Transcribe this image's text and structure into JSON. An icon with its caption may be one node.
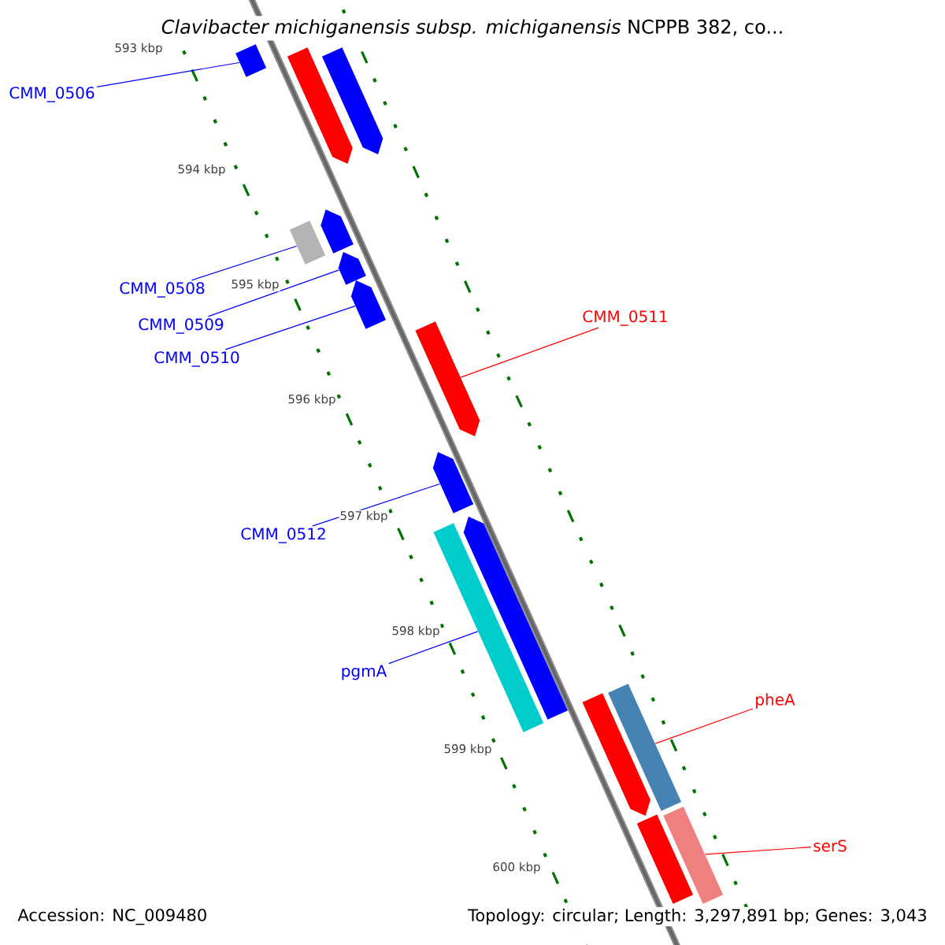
{
  "diagram": {
    "title": "*Clavibacter michiganensis subsp. michiganensis* NCPPB 382, co...",
    "nodes": [
      {
        "text": [
          "CMM_0506"
        ]
      },
      {
        "text": [
          "CMM_0508"
        ]
      },
      {
        "text": [
          "CMM_0509"
        ]
      },
      {
        "text": [
          "CMM_0510"
        ]
      },
      {
        "text": [
          "CMM_0511"
        ]
      },
      {
        "text": [
          "CMM_0512"
        ]
      },
      {
        "text": [
          "pgmA"
        ]
      },
      {
        "text": [
          "pheA"
        ]
      },
      {
        "text": [
          "serS"
        ]
      },
      {
        "text": [],
        "shape": "bar"
      },
      {
        "text": [],
        "shape": "box"
      },
      {
        "text": [],
        "shape": "arrow"
      },
      {
        "text": [],
        "shape": "arrow"
      },
      {
        "text": [],
        "shape": "arrow"
      },
      {
        "text": [],
        "shape": "arrow"
      },
      {
        "text": [],
        "shape": "bar"
      },
      {
        "text": [],
        "shape": "bar"
      },
      {
        "text": [],
        "shape": "bar"
      },
      {
        "text": [],
        "shape": "arrow"
      },
      {
        "text": [],
        "shape": "arrow"
      },
      {
        "text": [],
        "shape": "arrow"
      },
      {
        "text": [],
        "shape": "arrow"
      },
      {
        "text": [],
        "shape": "arrow"
      },
      {
        "text": [],
        "shape": "bar"
      }
    ],
    "edges": [
      {
        "from": 0,
        "to": 9,
        "arrow": "none"
      },
      {
        "from": 1,
        "to": 10,
        "arrow": "none"
      },
      {
        "from": 2,
        "to": 11,
        "arrow": "none"
      },
      {
        "from": 3,
        "to": 12,
        "arrow": "none"
      },
      {
        "from": 4,
        "to": 13,
        "arrow": "none",
        "color": "#ff0000"
      },
      {
        "from": 5,
        "to": 14,
        "arrow": "none"
      },
      {
        "from": 6,
        "to": 15,
        "arrow": "none"
      },
      {
        "from": 7,
        "to": 16,
        "arrow": "none",
        "color": "#ff0000"
      },
      {
        "from": 8,
        "to": 17,
        "arrow": "none",
        "color": "#ff0000"
      }
    ],
    "labels": [
      "593 kbp",
      "594 kbp",
      "595 kbp",
      "596 kbp",
      "597 kbp",
      "598 kbp",
      "599 kbp",
      "600 kbp",
      "Accession: NC_009480",
      "Topology: circular; Length: 3,297,891 bp; Genes: 3,043"
    ]
  }
}
